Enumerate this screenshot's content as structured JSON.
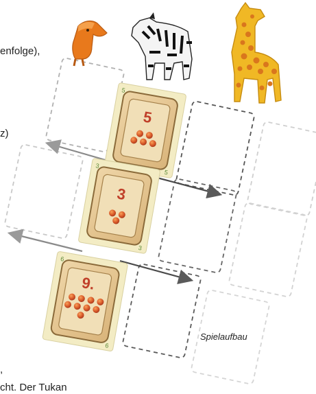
{
  "page": {
    "text_fragments": [
      "enfolge),",
      "z)",
      ",",
      "cht. Der Tukan"
    ],
    "caption": "Spielaufbau"
  },
  "animals": [
    {
      "name": "tukan-figure"
    },
    {
      "name": "zebra-figure"
    },
    {
      "name": "giraffe-figure"
    }
  ],
  "cards": [
    {
      "value": "5",
      "corner": "5",
      "apples": 5
    },
    {
      "value": "3",
      "corner": "3",
      "apples": 3
    },
    {
      "value": "9.",
      "corner": "6",
      "apples": 9
    }
  ],
  "colors": {
    "card_cream": "#f3ecc4",
    "crate_wood": "#e2c28f",
    "number_red": "#c0402a",
    "apple": "#d95a2a",
    "arrow": "#5a5a5a",
    "toucan": "#e8791c",
    "giraffe": "#f0b825",
    "giraffe_spots": "#d9761d"
  }
}
